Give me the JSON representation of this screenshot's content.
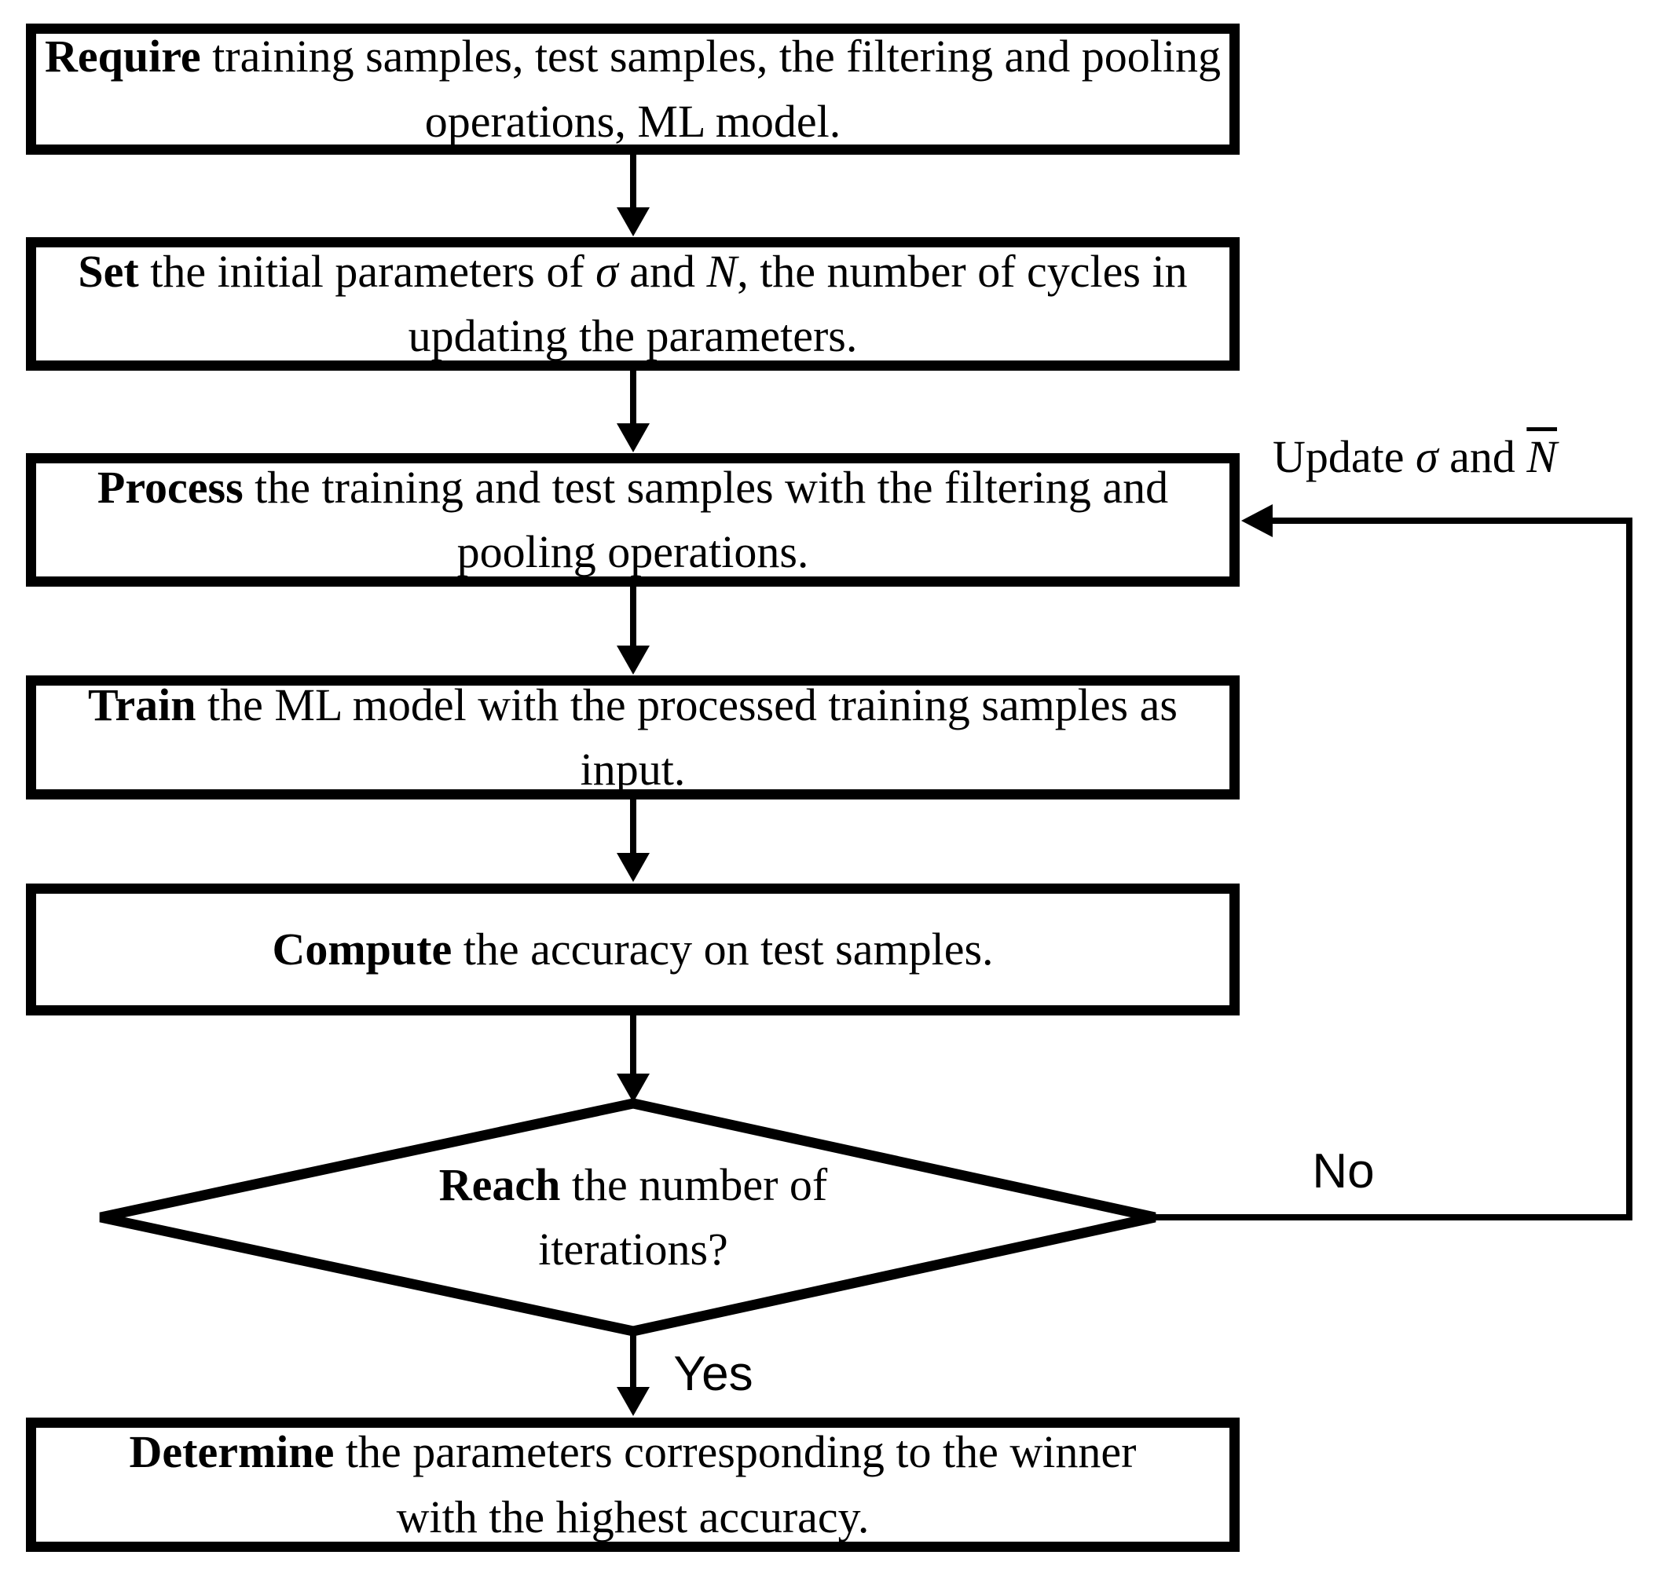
{
  "figure": {
    "background": "#ffffff",
    "ink": "#000000"
  },
  "boxes": {
    "require": {
      "keyword": "Require",
      "rest": " training samples, test samples, the filtering and pooling operations, ML model."
    },
    "set": {
      "keyword": "Set",
      "t1": " the initial parameters of ",
      "sigma": "σ",
      "t2": " and ",
      "nbar": "N",
      "t3": ", the number of cycles in updating the parameters."
    },
    "process": {
      "keyword": "Process",
      "rest": " the training and test samples with the filtering and pooling operations."
    },
    "train": {
      "keyword": "Train",
      "rest": " the ML model with the processed training samples as input."
    },
    "compute": {
      "keyword": "Compute",
      "rest": " the accuracy on test samples."
    },
    "decision": {
      "keyword": "Reach",
      "rest": " the number of iterations?"
    },
    "determine": {
      "keyword": "Determine",
      "rest": " the parameters corresponding to the winner with the highest accuracy."
    }
  },
  "labels": {
    "yes": "Yes",
    "no": "No",
    "update": {
      "t1": "Update ",
      "sigma": "σ",
      "t2": " and ",
      "nbar": "N"
    }
  }
}
